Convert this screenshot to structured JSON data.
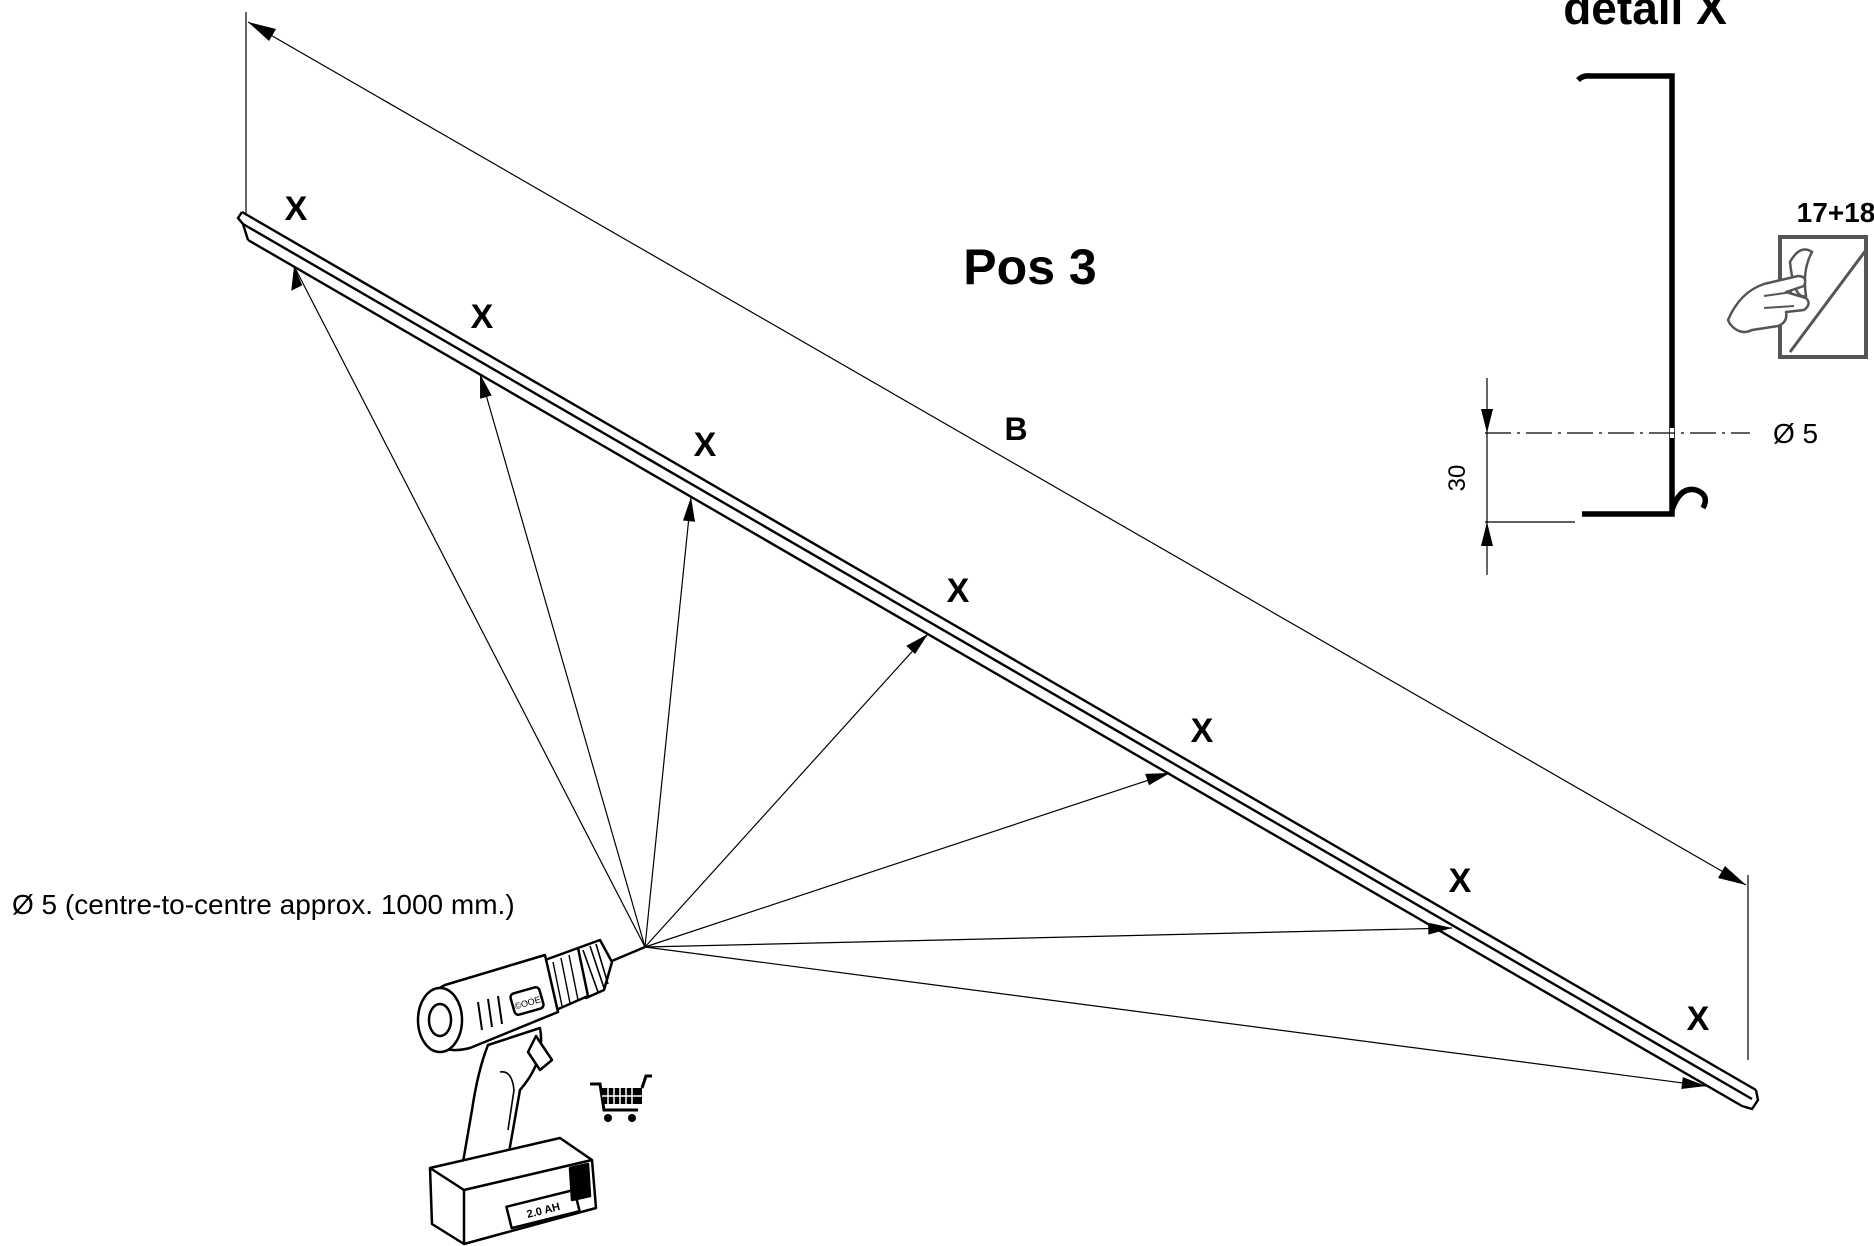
{
  "title": "Pos 3",
  "dimension_label": "B",
  "hole_marker": "X",
  "hole_markers": [
    "X",
    "X",
    "X",
    "X",
    "X",
    "X",
    "X"
  ],
  "drill_note": "Ø 5 (centre-to-centre approx. 1000 mm.)",
  "detail": {
    "title": "detail X",
    "dimension": "30",
    "hole_label": "Ø 5"
  },
  "step_reference": "17+18",
  "drill_battery_label": "2.0 AH",
  "icons": [
    "cordless-drill-icon",
    "shopping-cart-icon",
    "peel-off-film-icon"
  ],
  "colors": {
    "ink": "#000000",
    "paper": "#ffffff"
  }
}
